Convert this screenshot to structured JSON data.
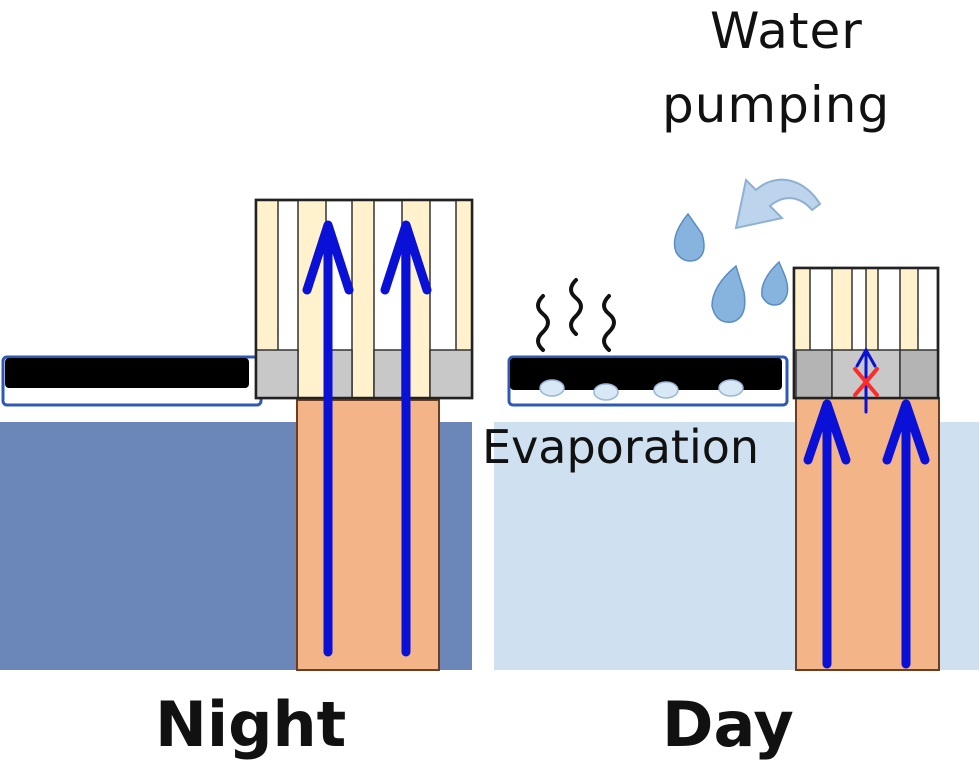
{
  "labels": {
    "water_pumping_line1": "Water",
    "water_pumping_line2": "pumping",
    "evaporation": "Evaporation",
    "night": "Night",
    "day": "Day"
  },
  "icons": {
    "heat": "heat-waves-icon",
    "droplets": "water-droplets-icon",
    "curved_arrow": "curved-arrow-icon",
    "blocked": "blocked-x-icon"
  },
  "colors": {
    "night_water": "#6b86b8",
    "day_water": "#cfe0f0",
    "column": "#f3b587",
    "stripe_cream": "#fff2cc",
    "stripe_white": "#ffffff",
    "gray_band": "#c8c8c8",
    "arrow": "#0a10d6",
    "droplet": "#86b4de",
    "blocked": "#ff2a2a"
  }
}
